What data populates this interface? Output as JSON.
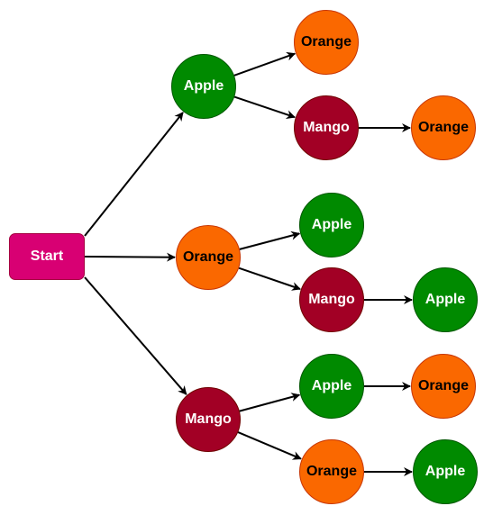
{
  "colors": {
    "start_fill": "#d80073",
    "start_stroke": "#a50040",
    "apple_fill": "#008a00",
    "orange_fill": "#fa6800",
    "mango_fill": "#a20025",
    "edge": "#000000"
  },
  "start": {
    "label": "Start"
  },
  "nodes": [
    {
      "id": "apple",
      "fruit": "apple",
      "label": "Apple"
    },
    {
      "id": "apple-orange",
      "fruit": "orange",
      "label": "Orange"
    },
    {
      "id": "apple-mango",
      "fruit": "mango",
      "label": "Mango"
    },
    {
      "id": "apple-mango-orange",
      "fruit": "orange",
      "label": "Orange"
    },
    {
      "id": "orange",
      "fruit": "orange",
      "label": "Orange"
    },
    {
      "id": "orange-apple",
      "fruit": "apple",
      "label": "Apple"
    },
    {
      "id": "orange-mango",
      "fruit": "mango",
      "label": "Mango"
    },
    {
      "id": "orange-mango-apple",
      "fruit": "apple",
      "label": "Apple"
    },
    {
      "id": "mango",
      "fruit": "mango",
      "label": "Mango"
    },
    {
      "id": "mango-apple",
      "fruit": "apple",
      "label": "Apple"
    },
    {
      "id": "mango-apple-orange",
      "fruit": "orange",
      "label": "Orange"
    },
    {
      "id": "mango-orange",
      "fruit": "orange",
      "label": "Orange"
    },
    {
      "id": "mango-orange-apple",
      "fruit": "apple",
      "label": "Apple"
    }
  ],
  "edges": [
    {
      "from": "start",
      "to": "apple"
    },
    {
      "from": "start",
      "to": "orange"
    },
    {
      "from": "start",
      "to": "mango"
    },
    {
      "from": "apple",
      "to": "apple-orange"
    },
    {
      "from": "apple",
      "to": "apple-mango"
    },
    {
      "from": "apple-mango",
      "to": "apple-mango-orange"
    },
    {
      "from": "orange",
      "to": "orange-apple"
    },
    {
      "from": "orange",
      "to": "orange-mango"
    },
    {
      "from": "orange-mango",
      "to": "orange-mango-apple"
    },
    {
      "from": "mango",
      "to": "mango-apple"
    },
    {
      "from": "mango",
      "to": "mango-orange"
    },
    {
      "from": "mango-apple",
      "to": "mango-apple-orange"
    },
    {
      "from": "mango-orange",
      "to": "mango-orange-apple"
    }
  ]
}
